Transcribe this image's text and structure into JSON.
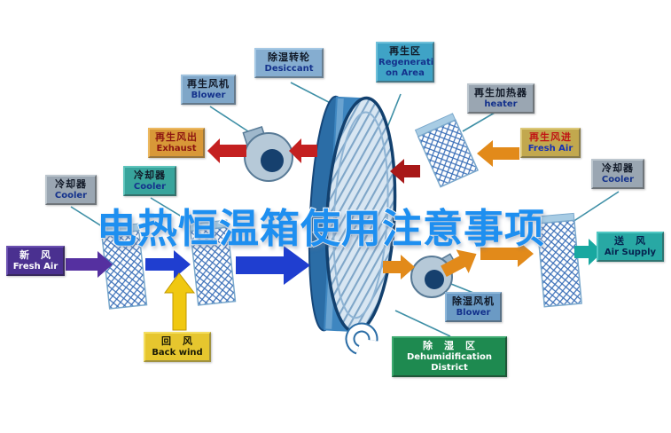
{
  "watermark": "电热恒温箱使用注意事项",
  "labels": {
    "regen_blower": {
      "zh": "再生风机",
      "en": "Blower"
    },
    "desiccant": {
      "zh": "除湿转轮",
      "en": "Desiccant"
    },
    "regen_area": {
      "zh": "再生区",
      "en_line1": "Regenerati",
      "en_line2": "on Area"
    },
    "heater": {
      "zh": "再生加热器",
      "en": "heater"
    },
    "exhaust": {
      "zh": "再生风出",
      "en": "Exhaust"
    },
    "cooler_left": {
      "zh": "冷却器",
      "en": "Cooler"
    },
    "cooler_mid": {
      "zh": "冷却器",
      "en": "Cooler"
    },
    "fresh_air_in": {
      "zh": "再生风进",
      "en": "Fresh Air"
    },
    "cooler_right": {
      "zh": "冷却器",
      "en": "Cooler"
    },
    "fresh_air": {
      "zh": "新　风",
      "en": "Fresh Air"
    },
    "air_supply": {
      "zh": "送　风",
      "en": "Air Supply"
    },
    "back_wind": {
      "zh": "回　风",
      "en": "Back wind"
    },
    "dehumid_blower": {
      "zh": "除湿风机",
      "en": "Blower"
    },
    "dehumid_area": {
      "zh": "除　湿　区",
      "en_line1": "Dehumidification",
      "en_line2": "District"
    }
  },
  "colors": {
    "watermark_blue": "#1E8FF0",
    "arrow_blue": "#1F3ED0",
    "arrow_red": "#C42020",
    "arrow_dark_red": "#A81818",
    "arrow_orange": "#E28A1A",
    "arrow_yellow": "#F0C810",
    "arrow_purple": "#5530A0",
    "arrow_teal": "#18A8A0",
    "wheel_blue": "#3E86C0"
  }
}
